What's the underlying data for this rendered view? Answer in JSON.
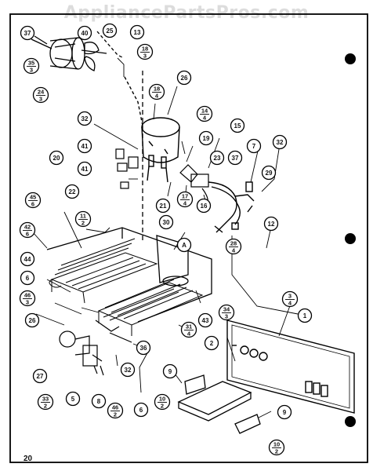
{
  "watermark": "AppliancePartsPros.com",
  "page_number": "20",
  "callouts": [
    {
      "id": "c37a",
      "top": "37"
    },
    {
      "id": "c40",
      "top": "40"
    },
    {
      "id": "c25",
      "top": "25"
    },
    {
      "id": "c13",
      "top": "13"
    },
    {
      "id": "c35",
      "top": "35",
      "bottom": "3"
    },
    {
      "id": "c24",
      "top": "24",
      "bottom": "3"
    },
    {
      "id": "c18",
      "top": "18",
      "bottom": "3"
    },
    {
      "id": "c26a",
      "top": "26"
    },
    {
      "id": "c184",
      "top": "18",
      "bottom": "4"
    },
    {
      "id": "c144",
      "top": "14",
      "bottom": "4"
    },
    {
      "id": "c32a",
      "top": "32"
    },
    {
      "id": "c15",
      "top": "15"
    },
    {
      "id": "c19",
      "top": "19"
    },
    {
      "id": "c41a",
      "top": "41"
    },
    {
      "id": "c23",
      "top": "23"
    },
    {
      "id": "c7",
      "top": "7"
    },
    {
      "id": "c32b",
      "top": "32"
    },
    {
      "id": "c20",
      "top": "20"
    },
    {
      "id": "c41b",
      "top": "41"
    },
    {
      "id": "c37b",
      "top": "37"
    },
    {
      "id": "c29",
      "top": "29"
    },
    {
      "id": "c22",
      "top": "22"
    },
    {
      "id": "c21",
      "top": "21"
    },
    {
      "id": "c174",
      "top": "17",
      "bottom": "4"
    },
    {
      "id": "c16",
      "top": "16"
    },
    {
      "id": "c456",
      "top": "45",
      "bottom": "6"
    },
    {
      "id": "c112",
      "top": "11",
      "bottom": "2"
    },
    {
      "id": "c30",
      "top": "30"
    },
    {
      "id": "c12",
      "top": "12"
    },
    {
      "id": "c426",
      "top": "42",
      "bottom": "6"
    },
    {
      "id": "c284",
      "top": "28",
      "bottom": "4"
    },
    {
      "id": "c44",
      "top": "44"
    },
    {
      "id": "cA",
      "top": "A"
    },
    {
      "id": "c6a",
      "top": "6"
    },
    {
      "id": "c34",
      "top": "3",
      "bottom": "4"
    },
    {
      "id": "c463",
      "top": "46",
      "bottom": "3"
    },
    {
      "id": "c1",
      "top": "1"
    },
    {
      "id": "c343",
      "top": "34",
      "bottom": "3"
    },
    {
      "id": "c43",
      "top": "43"
    },
    {
      "id": "c26b",
      "top": "26"
    },
    {
      "id": "c314",
      "top": "31",
      "bottom": "4"
    },
    {
      "id": "c36",
      "top": "36"
    },
    {
      "id": "c2",
      "top": "2"
    },
    {
      "id": "c27",
      "top": "27"
    },
    {
      "id": "c32c",
      "top": "32"
    },
    {
      "id": "c9a",
      "top": "9"
    },
    {
      "id": "c332",
      "top": "33",
      "bottom": "2"
    },
    {
      "id": "c5",
      "top": "5"
    },
    {
      "id": "c8",
      "top": "8"
    },
    {
      "id": "c462",
      "top": "46",
      "bottom": "2"
    },
    {
      "id": "c6b",
      "top": "6"
    },
    {
      "id": "c102a",
      "top": "10",
      "bottom": "2"
    },
    {
      "id": "c9b",
      "top": "9"
    },
    {
      "id": "c102b",
      "top": "10",
      "bottom": "2"
    }
  ]
}
